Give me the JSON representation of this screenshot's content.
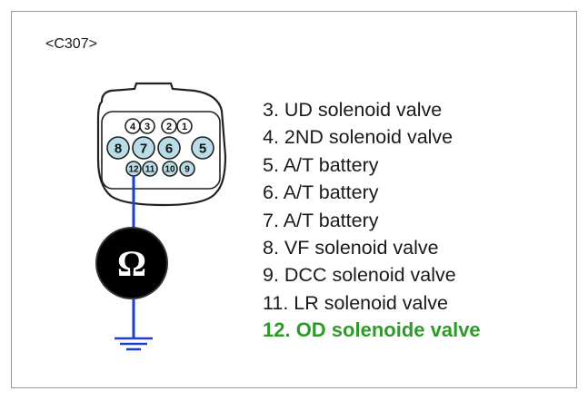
{
  "connector": {
    "label": "<C307>",
    "top_row": [
      "4",
      "3",
      "2",
      "1"
    ],
    "middle_row": [
      "8",
      "7",
      "6",
      "5"
    ],
    "bottom_row": [
      "12",
      "11",
      "10",
      "9"
    ]
  },
  "meter": {
    "symbol": "Ω"
  },
  "legend": [
    {
      "text": "3. UD solenoid valve",
      "highlight": false
    },
    {
      "text": "4. 2ND solenoid valve",
      "highlight": false
    },
    {
      "text": "5. A/T battery",
      "highlight": false
    },
    {
      "text": "6. A/T battery",
      "highlight": false
    },
    {
      "text": "7. A/T battery",
      "highlight": false
    },
    {
      "text": "8. VF solenoid valve",
      "highlight": false
    },
    {
      "text": "9. DCC solenoid valve",
      "highlight": false
    },
    {
      "text": "11. LR solenoid valve",
      "highlight": false
    },
    {
      "text": "12. OD solenoide valve",
      "highlight": true
    }
  ],
  "colors": {
    "wire": "#1f3fc8",
    "pin_fill": "#b9dde8",
    "highlight_text": "#2f9a2a",
    "meter_body": "#000000"
  }
}
